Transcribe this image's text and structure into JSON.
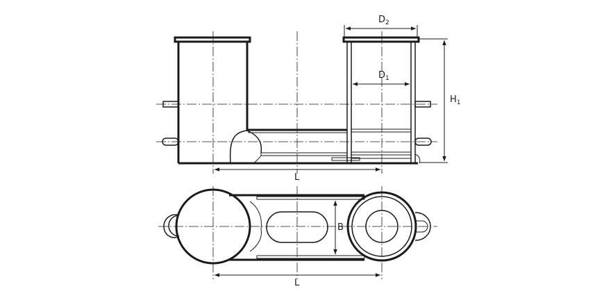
{
  "labels": {
    "d2_main": "D",
    "d2_sub": "2",
    "d1_main": "D",
    "d1_sub": "1",
    "h1_main": "H",
    "h1_sub": "1",
    "l_top": "L",
    "l_bottom": "L",
    "b": "B"
  }
}
